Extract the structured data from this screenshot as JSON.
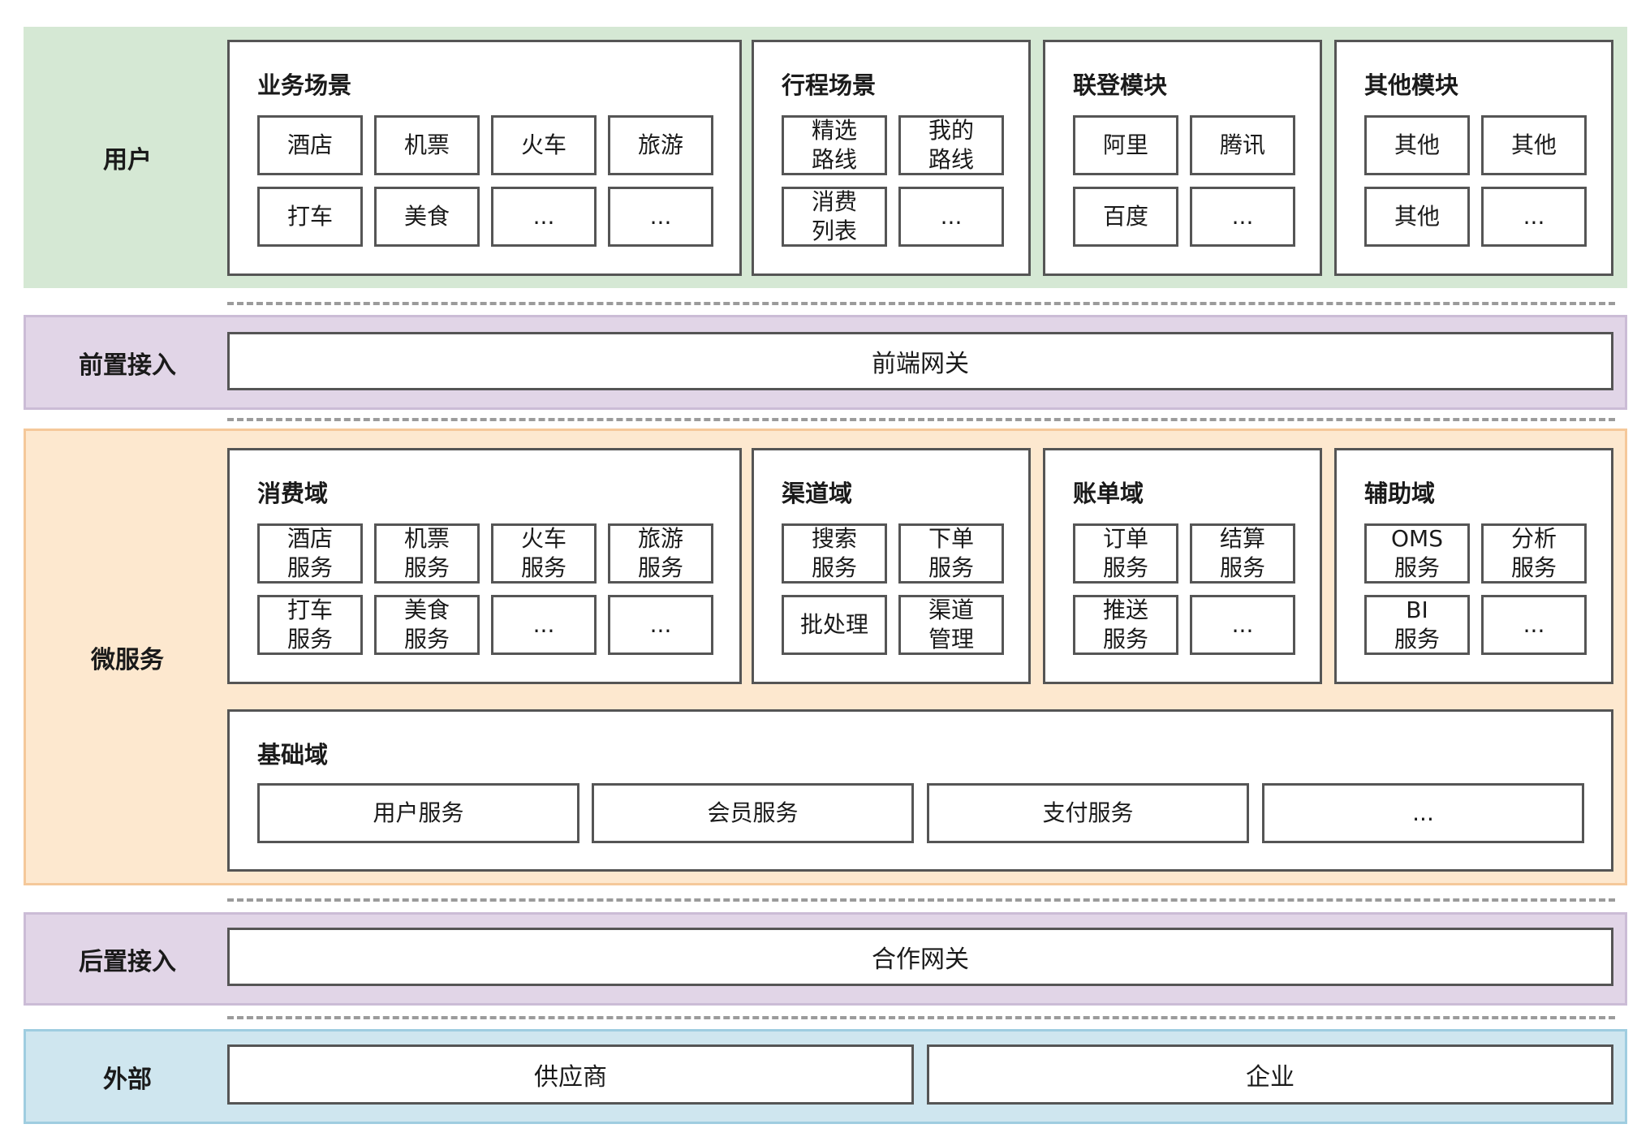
{
  "layers": {
    "user": {
      "label": "用户",
      "groups": [
        {
          "title": "业务场景",
          "items": [
            "酒店",
            "机票",
            "火车",
            "旅游",
            "打车",
            "美食",
            "...",
            "..."
          ]
        },
        {
          "title": "行程场景",
          "items": [
            "精选\n路线",
            "我的\n路线",
            "消费\n列表",
            "..."
          ]
        },
        {
          "title": "联登模块",
          "items": [
            "阿里",
            "腾讯",
            "百度",
            "..."
          ]
        },
        {
          "title": "其他模块",
          "items": [
            "其他",
            "其他",
            "其他",
            "..."
          ]
        }
      ]
    },
    "front": {
      "label": "前置接入",
      "gateway": "前端网关"
    },
    "micro": {
      "label": "微服务",
      "groups": [
        {
          "title": "消费域",
          "items": [
            "酒店\n服务",
            "机票\n服务",
            "火车\n服务",
            "旅游\n服务",
            "打车\n服务",
            "美食\n服务",
            "...",
            "..."
          ]
        },
        {
          "title": "渠道域",
          "items": [
            "搜索\n服务",
            "下单\n服务",
            "批处理",
            "渠道\n管理"
          ]
        },
        {
          "title": "账单域",
          "items": [
            "订单\n服务",
            "结算\n服务",
            "推送\n服务",
            "..."
          ]
        },
        {
          "title": "辅助域",
          "items": [
            "OMS\n服务",
            "分析\n服务",
            "BI\n服务",
            "..."
          ]
        }
      ],
      "base": {
        "title": "基础域",
        "items": [
          "用户服务",
          "会员服务",
          "支付服务",
          "..."
        ]
      }
    },
    "back": {
      "label": "后置接入",
      "gateway": "合作网关"
    },
    "external": {
      "label": "外部",
      "items": [
        "供应商",
        "企业"
      ]
    }
  }
}
